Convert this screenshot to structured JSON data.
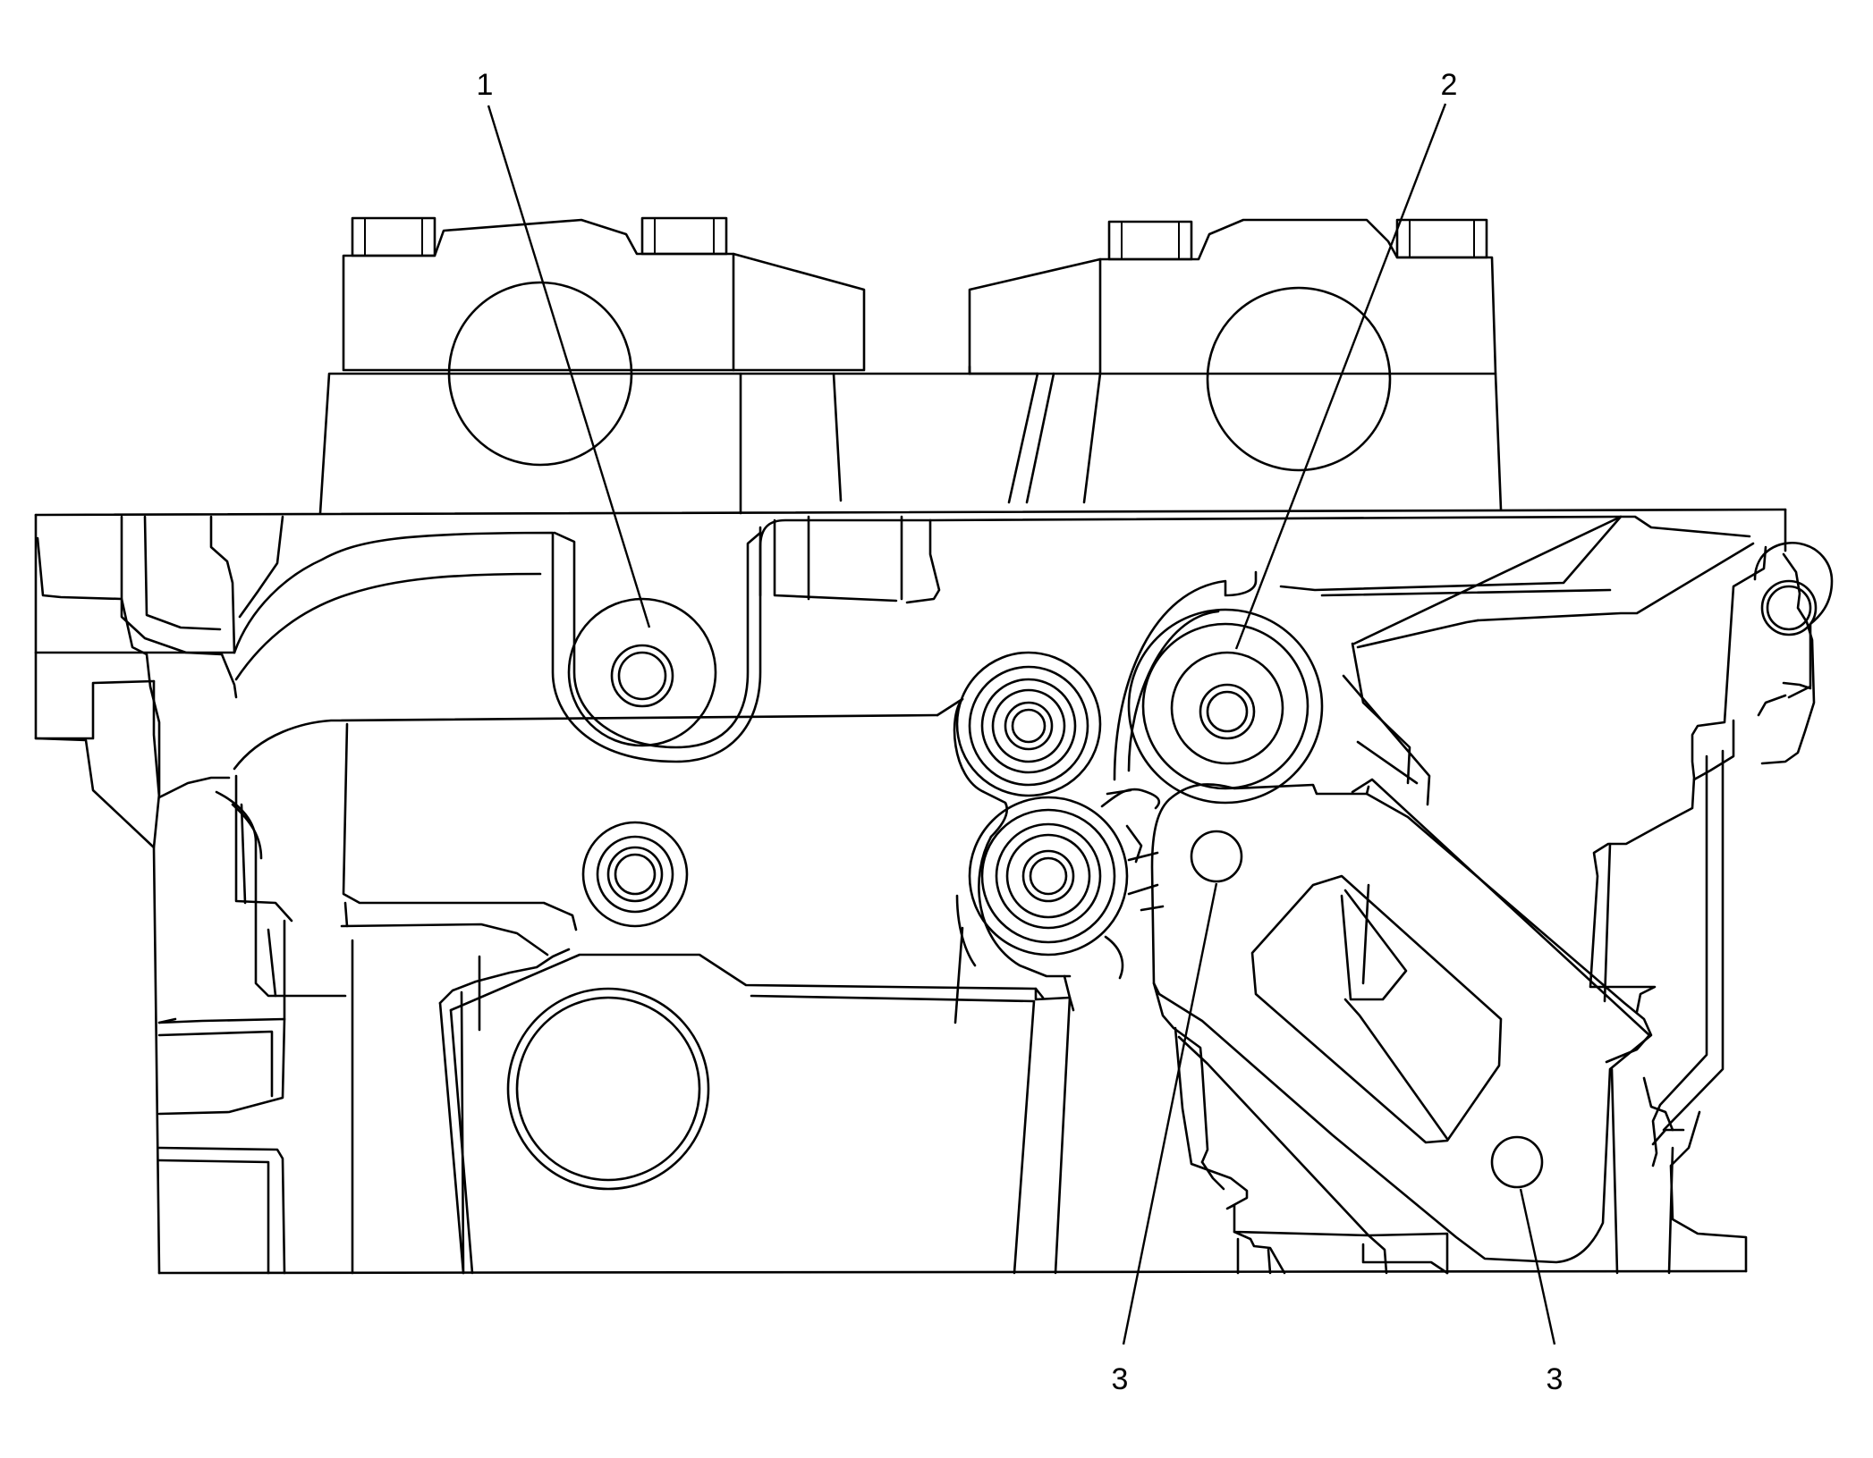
{
  "callouts": {
    "c1": "1",
    "c2": "2",
    "c3a": "3",
    "c3b": "3"
  }
}
